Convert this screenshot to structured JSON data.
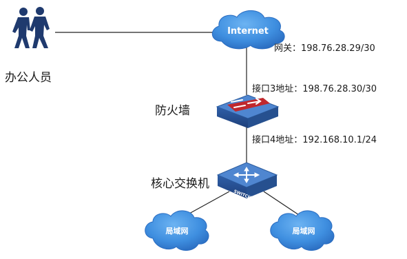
{
  "internet_label": "Internet",
  "users_label": "办公人员",
  "gateway_label": "网关：198.76.28.29/30",
  "firewall_label": "防火墙",
  "port3_label": "接口3地址：198.76.28.30/30",
  "port4_label": "接口4地址：192.168.10.1/24",
  "core_switch_label": "核心交换机",
  "switch_badge": "SWITCH",
  "lan_left_label": "局域网",
  "lan_right_label": "局域网",
  "colors": {
    "cloud_fill": "#3f8fe0",
    "cloud_dark": "#2a6cc0",
    "device_blue": "#2f5fa8",
    "device_top": "#4f86d0",
    "firewall_red": "#c0282d",
    "people": "#1f3a6e",
    "line": "#222222"
  }
}
